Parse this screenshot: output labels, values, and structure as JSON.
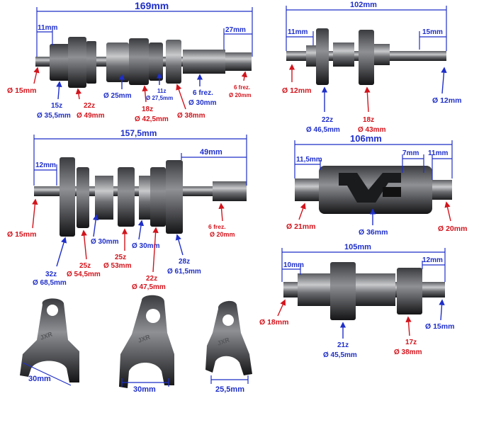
{
  "colors": {
    "blue": "#1f2fc8",
    "red": "#d2141c",
    "metal_dark": "#2a2b2d",
    "metal_light": "#8a8c90"
  },
  "shaft1": {
    "length": "169mm",
    "left_end": "11mm",
    "right_end": "27mm",
    "d_left": "Ø 15mm",
    "g1_teeth": "15z",
    "g1_d": "Ø 35,5mm",
    "g2_teeth": "22z",
    "g2_d": "Ø 49mm",
    "d_mid": "Ø 25mm",
    "g3_teeth": "11z",
    "g3_d": "Ø 27,5mm",
    "g4_teeth": "18z",
    "g4_d": "Ø 42,5mm",
    "spline": "6 frez.",
    "d_spline": "Ø 30mm",
    "d_gear": "Ø 38mm",
    "end_spline": "6 frez.",
    "d_end": "Ø 20mm"
  },
  "shaft2": {
    "length": "102mm",
    "left_end": "11mm",
    "right_end": "15mm",
    "d_left": "Ø 12mm",
    "g1_teeth": "22z",
    "g1_d": "Ø 46,5mm",
    "g2_teeth": "18z",
    "g2_d": "Ø 43mm",
    "d_right": "Ø 12mm"
  },
  "shaft3": {
    "length": "157,5mm",
    "left_end": "12mm",
    "right_end": "49mm",
    "d_left": "Ø 15mm",
    "d_mid1": "Ø 30mm",
    "d_mid2": "Ø 30mm",
    "g1_teeth": "32z",
    "g1_d": "Ø 68,5mm",
    "g2_teeth": "25z",
    "g2_d": "Ø 54,5mm",
    "g3_teeth": "25z",
    "g3_d": "Ø 53mm",
    "g4_teeth": "22z",
    "g4_d": "Ø 47,5mm",
    "g5_teeth": "28z",
    "g5_d": "Ø 61,5mm",
    "end_spline": "6 frez.",
    "d_end": "Ø 20mm"
  },
  "drum": {
    "length": "106mm",
    "left_end": "11,5mm",
    "mid": "7mm",
    "right_end": "11mm",
    "d_left": "Ø 21mm",
    "d_body": "Ø 36mm",
    "d_right": "Ø 20mm"
  },
  "shaft4": {
    "length": "105mm",
    "left_end": "10mm",
    "right_end": "12mm",
    "d_left": "Ø 18mm",
    "g1_teeth": "21z",
    "g1_d": "Ø 45,5mm",
    "g2_teeth": "17z",
    "g2_d": "Ø 38mm",
    "d_right": "Ø 15mm"
  },
  "forks": {
    "fork1": "30mm",
    "fork2": "30mm",
    "fork3": "25,5mm",
    "stamp": "JXR"
  }
}
